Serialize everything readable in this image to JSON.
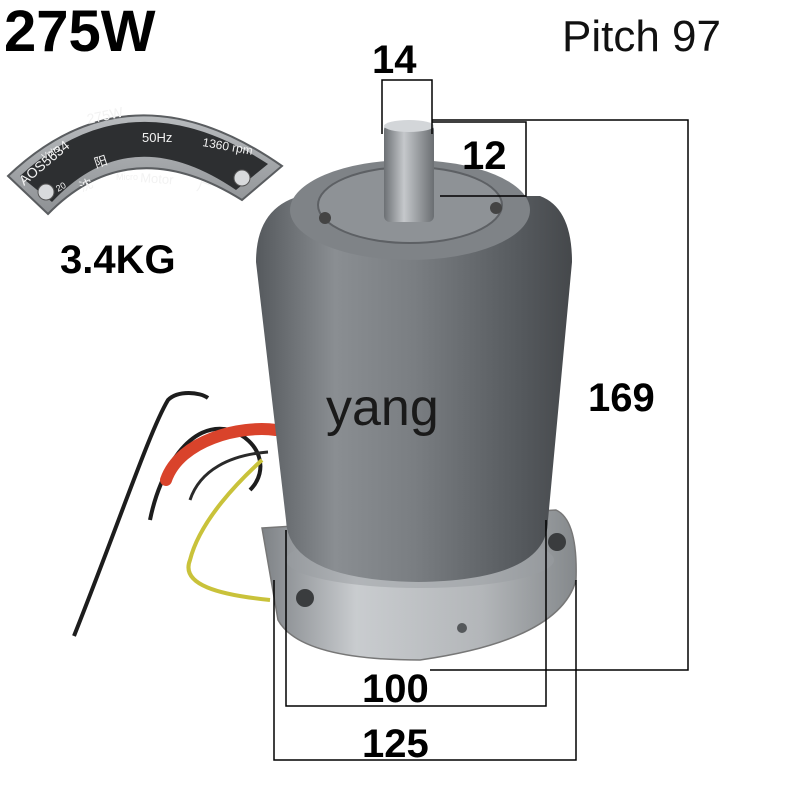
{
  "product": {
    "power": "275W",
    "pitch": "Pitch 97",
    "weight": "3.4KG",
    "watermark": "yang"
  },
  "dimensions": {
    "shaft_diameter": "14",
    "shaft_length": "12",
    "height": "169",
    "inner_diameter": "100",
    "flange_diameter": "125"
  },
  "nameplate": {
    "model": "AOS5634",
    "power": "275W",
    "freq": "50Hz",
    "speed": "1360 rpm",
    "brand": "Motor",
    "char1": "沈",
    "char2": "阳",
    "char3": "厂",
    "small1": "Micro",
    "small2": "20",
    "small3": "Volts"
  },
  "colors": {
    "motor_body": "#6e7276",
    "flange": "#a9adb0",
    "plate": "#2d2f31",
    "wire_red": "#d9432b",
    "wire_yellow_green": "#c9c23a"
  }
}
